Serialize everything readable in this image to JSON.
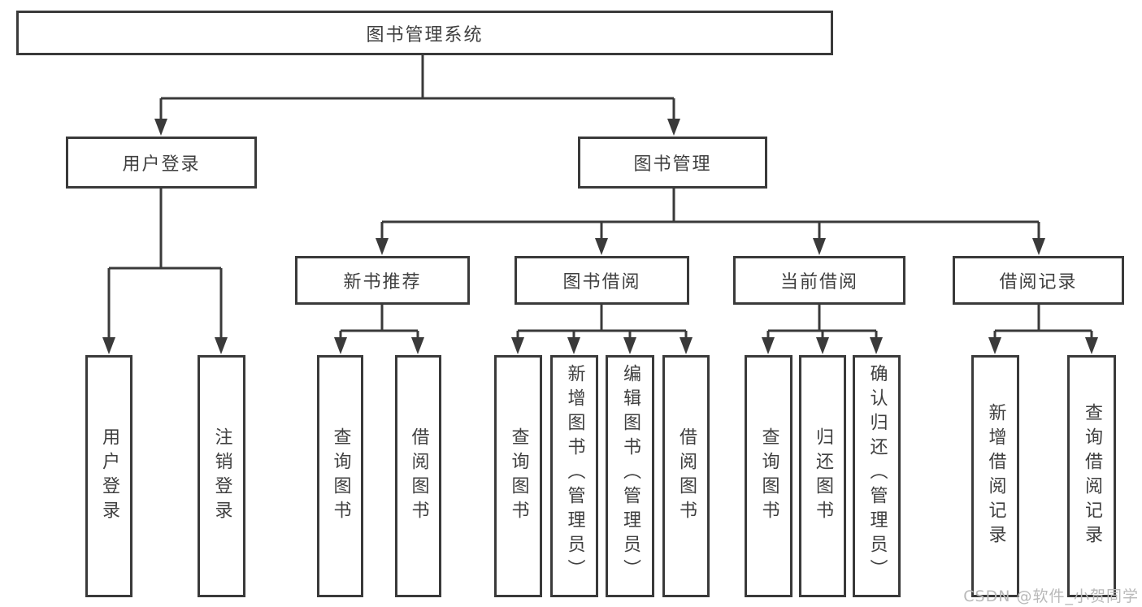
{
  "theme": {
    "line": "#3a3a3a",
    "text": "#3f3f3f",
    "bg": "#ffffff",
    "watermark": "#b9b9b9"
  },
  "tree": {
    "root": {
      "label": "图书管理系统",
      "children": [
        {
          "label": "用户登录",
          "children": [
            {
              "label": "用户登录"
            },
            {
              "label": "注销登录"
            }
          ]
        },
        {
          "label": "图书管理",
          "children": [
            {
              "label": "新书推荐",
              "children": [
                {
                  "label": "查询图书"
                },
                {
                  "label": "借阅图书"
                }
              ]
            },
            {
              "label": "图书借阅",
              "children": [
                {
                  "label": "查询图书"
                },
                {
                  "label": "新增图书（管理员）"
                },
                {
                  "label": "编辑图书（管理员）"
                },
                {
                  "label": "借阅图书"
                }
              ]
            },
            {
              "label": "当前借阅",
              "children": [
                {
                  "label": "查询图书"
                },
                {
                  "label": "归还图书"
                },
                {
                  "label": "确认归还（管理员）"
                }
              ]
            },
            {
              "label": "借阅记录",
              "children": [
                {
                  "label": "新增借阅记录"
                },
                {
                  "label": "查询借阅记录"
                }
              ]
            }
          ]
        }
      ]
    }
  },
  "watermark": "CSDN @软件_小贺同学"
}
